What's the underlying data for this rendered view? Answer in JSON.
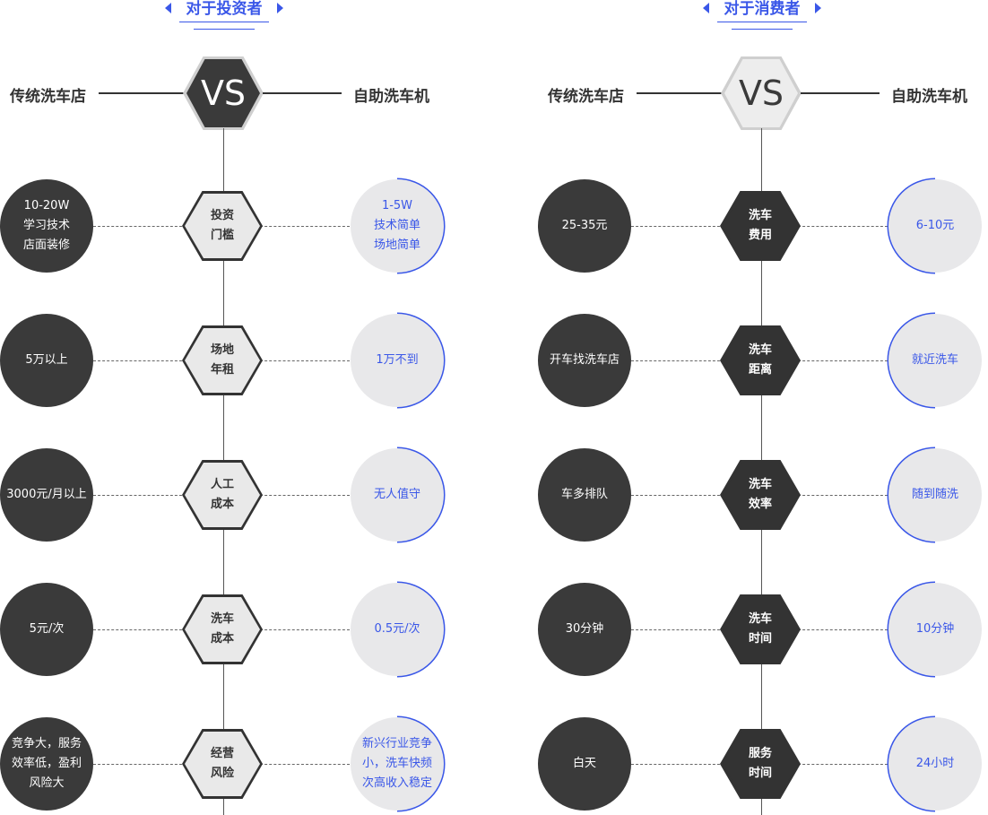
{
  "colors": {
    "accent": "#3a57e8",
    "dark": "#3a3a3a",
    "light": "#e8e8ea"
  },
  "investor": {
    "title": "对于投资者",
    "left_label": "传统洗车店",
    "right_label": "自助洗车机",
    "vs": "VS",
    "rows": [
      {
        "left": "10-20W\n学习技术\n店面装修",
        "center": "投资\n门槛",
        "right": "1-5W\n技术简单\n场地简单"
      },
      {
        "left": "5万以上",
        "center": "场地\n年租",
        "right": "1万不到"
      },
      {
        "left": "3000元/月以上",
        "center": "人工\n成本",
        "right": "无人值守"
      },
      {
        "left": "5元/次",
        "center": "洗车\n成本",
        "right": "0.5元/次"
      },
      {
        "left": "竞争大，服务\n效率低，盈利\n风险大",
        "center": "经营\n风险",
        "right": "新兴行业竞争\n小，洗车快频\n次高收入稳定"
      }
    ]
  },
  "consumer": {
    "title": "对于消费者",
    "left_label": "传统洗车店",
    "right_label": "自助洗车机",
    "vs": "VS",
    "rows": [
      {
        "left": "25-35元",
        "center": "洗车\n费用",
        "right": "6-10元"
      },
      {
        "left": "开车找洗车店",
        "center": "洗车\n距离",
        "right": "就近洗车"
      },
      {
        "left": "车多排队",
        "center": "洗车\n效率",
        "right": "随到随洗"
      },
      {
        "left": "30分钟",
        "center": "洗车\n时间",
        "right": "10分钟"
      },
      {
        "left": "白天",
        "center": "服务\n时间",
        "right": "24小时"
      }
    ]
  }
}
